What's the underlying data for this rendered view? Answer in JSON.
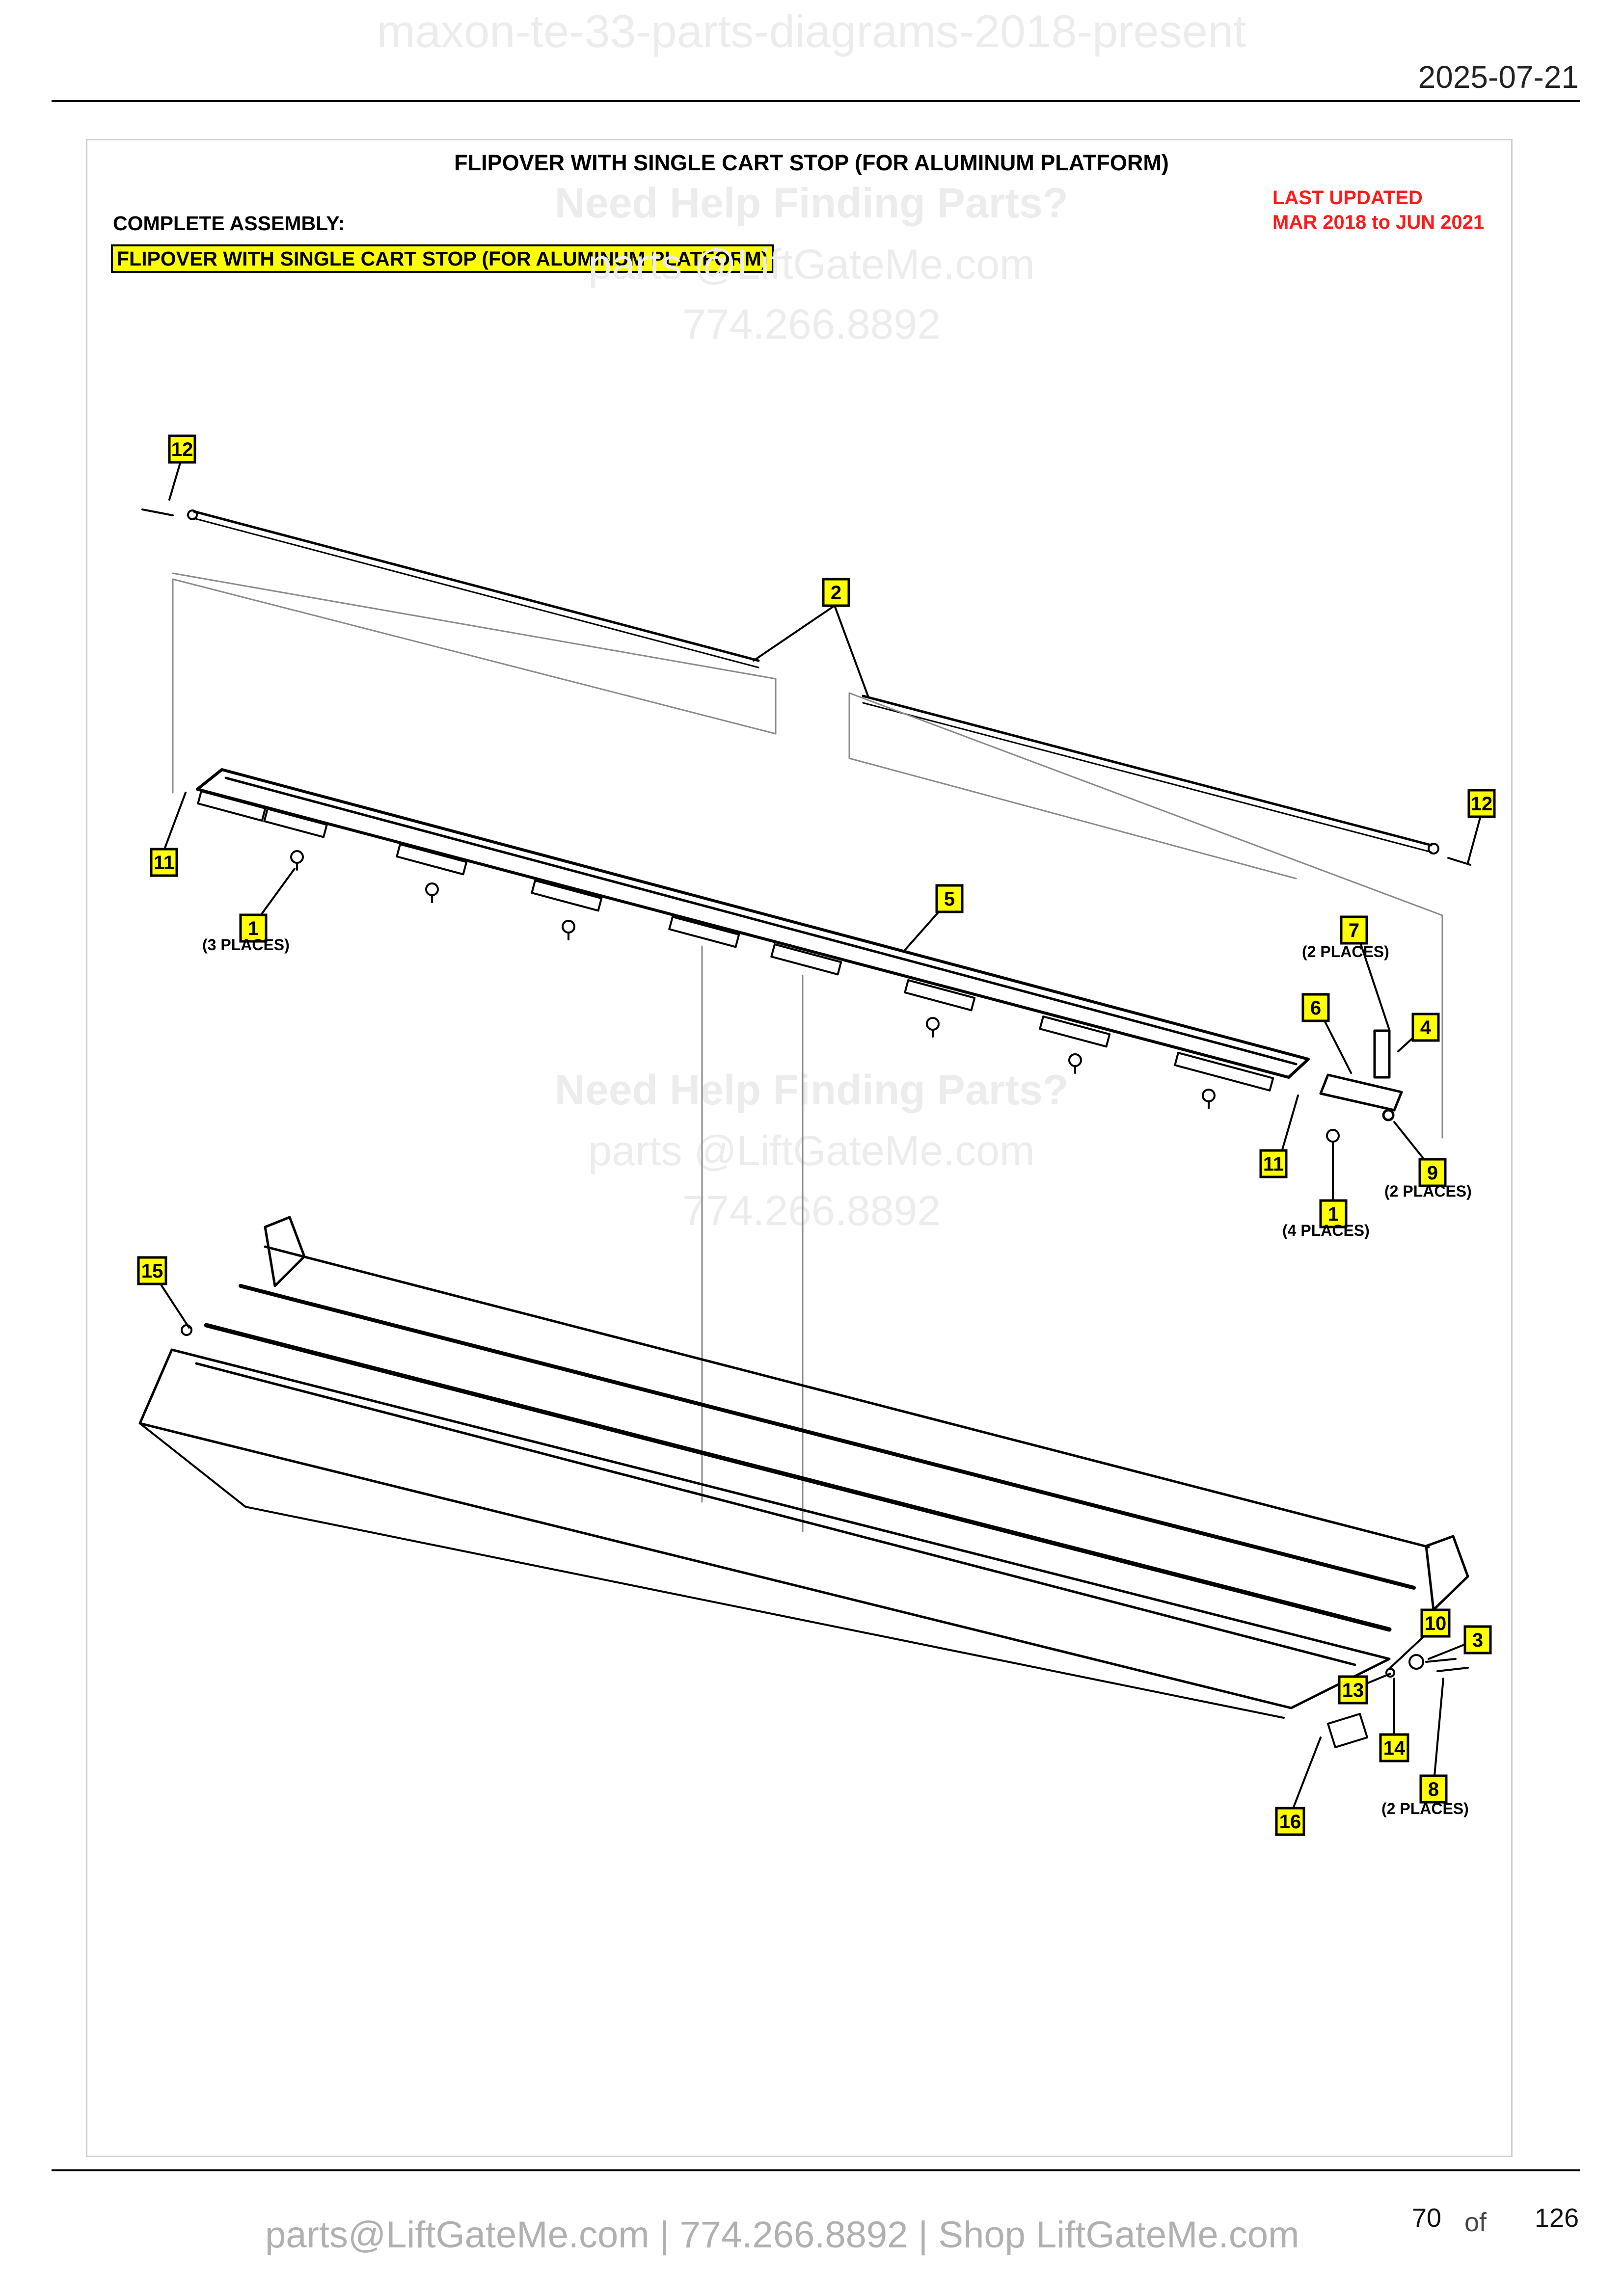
{
  "header": {
    "doc_slug": "maxon-te-33-parts-diagrams-2018-present",
    "date": "2025-07-21"
  },
  "diagram": {
    "title": "FLIPOVER WITH SINGLE CART STOP (FOR ALUMINUM PLATFORM)",
    "complete_assembly_label": "COMPLETE ASSEMBLY:",
    "complete_assembly_name": "FLIPOVER WITH SINGLE CART STOP (FOR ALUMINUM PLATFORM)",
    "last_updated_label": "LAST UPDATED",
    "last_updated_range": "MAR 2018 to JUN 2021",
    "watermark": {
      "help": "Need Help Finding Parts?",
      "email": "parts @LiftGateMe.com",
      "phone": "774.266.8892"
    },
    "callouts": [
      {
        "num": "12"
      },
      {
        "num": "2"
      },
      {
        "num": "12"
      },
      {
        "num": "11"
      },
      {
        "num": "1",
        "note": "(3 PLACES)"
      },
      {
        "num": "5"
      },
      {
        "num": "7",
        "note": "(2 PLACES)"
      },
      {
        "num": "6"
      },
      {
        "num": "4"
      },
      {
        "num": "11"
      },
      {
        "num": "9",
        "note": "(2 PLACES)"
      },
      {
        "num": "1",
        "note": "(4 PLACES)"
      },
      {
        "num": "15"
      },
      {
        "num": "10"
      },
      {
        "num": "3"
      },
      {
        "num": "13"
      },
      {
        "num": "14"
      },
      {
        "num": "8",
        "note": "(2 PLACES)"
      },
      {
        "num": "16"
      }
    ]
  },
  "footer": {
    "contact": "parts@LiftGateMe.com | 774.266.8892 | Shop LiftGateMe.com",
    "page_current": "70",
    "page_of": "of",
    "page_total": "126"
  }
}
